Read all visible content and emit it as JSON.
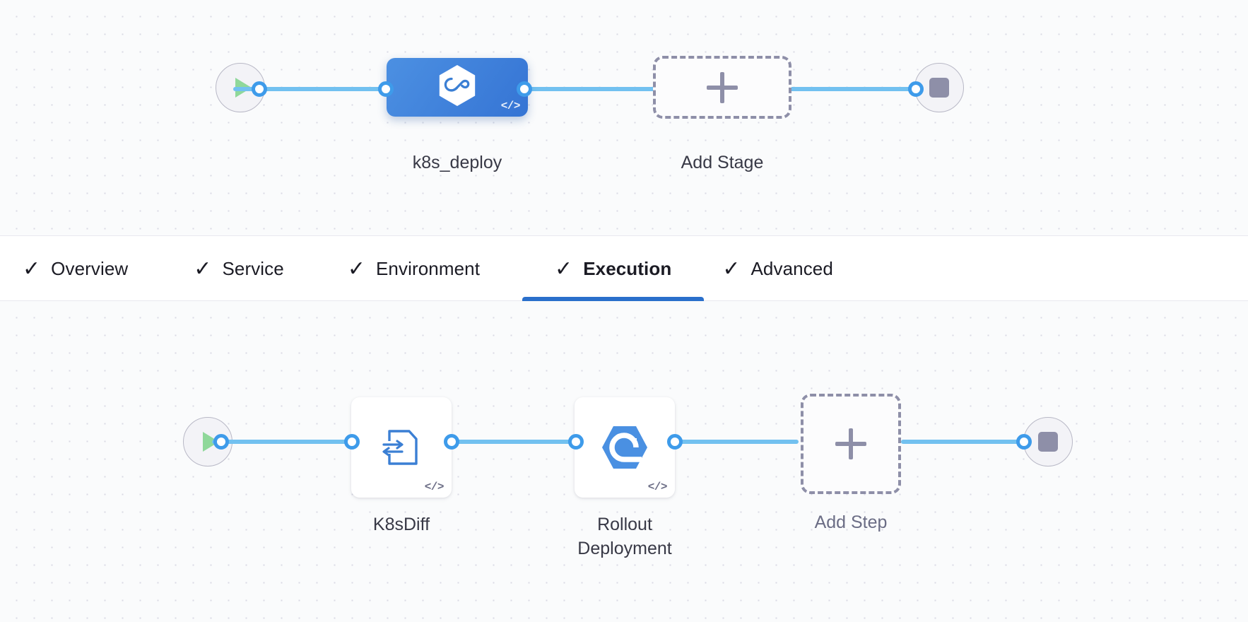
{
  "stage_canvas": {
    "name": "stage-pipeline-canvas",
    "start_node": {
      "icon": "play-icon",
      "title": "Start"
    },
    "end_node": {
      "icon": "stop-icon",
      "title": "End"
    },
    "nodes": [
      {
        "id": "k8s_deploy",
        "label": "k8s_deploy",
        "icon": "harness-hexagon-icon",
        "badge": "</>",
        "selected": true,
        "type": "stage"
      },
      {
        "id": "add_stage",
        "label": "Add Stage",
        "icon": "plus-icon",
        "type": "add"
      }
    ]
  },
  "tabs": {
    "name": "stage-setup-tabs",
    "items": [
      {
        "id": "overview",
        "label": "Overview",
        "check": "✓",
        "active": false
      },
      {
        "id": "service",
        "label": "Service",
        "check": "✓",
        "active": false
      },
      {
        "id": "environment",
        "label": "Environment",
        "check": "✓",
        "active": false
      },
      {
        "id": "execution",
        "label": "Execution",
        "check": "✓",
        "active": true
      },
      {
        "id": "advanced",
        "label": "Advanced",
        "check": "✓",
        "active": false
      }
    ],
    "active_id": "execution",
    "active_underline_color": "#2a6fcb"
  },
  "step_canvas": {
    "name": "execution-steps-canvas",
    "start_node": {
      "icon": "play-icon",
      "title": "Start"
    },
    "end_node": {
      "icon": "stop-icon",
      "title": "End"
    },
    "nodes": [
      {
        "id": "k8sdiff",
        "label": "K8sDiff",
        "icon": "k8s-diff-document-icon",
        "badge": "</>",
        "type": "step"
      },
      {
        "id": "rollout_deployment",
        "label": "Rollout\nDeployment",
        "icon": "rollout-hexagon-icon",
        "badge": "</>",
        "type": "step"
      },
      {
        "id": "add_step",
        "label": "Add Step",
        "icon": "plus-icon",
        "type": "add"
      }
    ]
  },
  "colors": {
    "accent_blue": "#3574d4",
    "link_blue": "#72c1f0",
    "port_blue": "#3e9bea",
    "icon_blue": "#4a90e2",
    "canvas_bg": "#fafbfc",
    "grid_dot": "#d9dae5",
    "muted_gray": "#8e8fa8",
    "text_dark": "#1b1b24"
  }
}
